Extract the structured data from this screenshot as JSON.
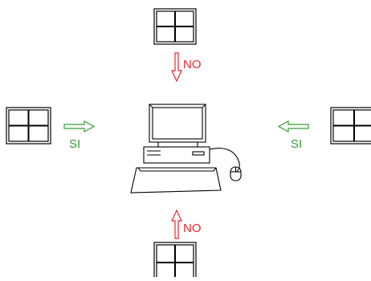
{
  "labels": {
    "top": "NO",
    "bottom": "NO",
    "left": "SI",
    "right": "SI"
  },
  "colors": {
    "no": "#e8262e",
    "si": "#3a9a35",
    "line": "#000000"
  },
  "icons": {
    "windows": "window-icon",
    "computer": "desktop-computer-icon",
    "arrows": "hollow-arrow-icon"
  }
}
